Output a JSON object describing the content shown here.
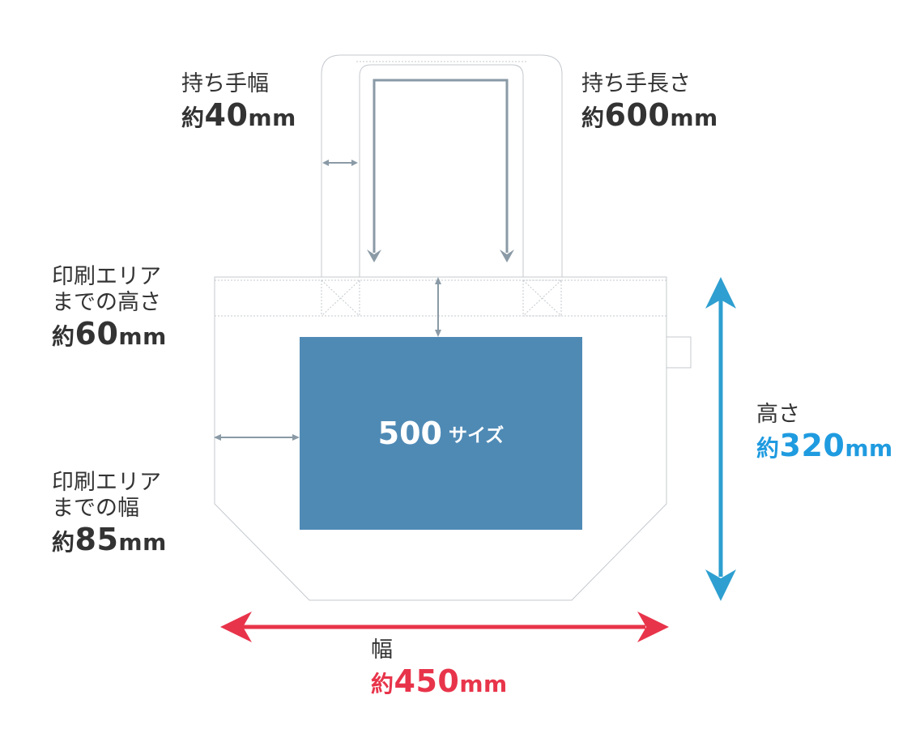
{
  "colors": {
    "outline": "#b8bec4",
    "print_area": "#4f8ab5",
    "gray_arrow": "#8a9aa6",
    "red": "#e8344a",
    "blue": "#2e9fd0",
    "blue_text": "#1f9be0",
    "text": "#333333"
  },
  "labels": {
    "handle_width": {
      "title": "持ち手幅",
      "prefix": "約",
      "value": "40",
      "unit": "mm"
    },
    "handle_length": {
      "title": "持ち手長さ",
      "prefix": "約",
      "value": "600",
      "unit": "mm"
    },
    "print_top": {
      "title_line1": "印刷エリア",
      "title_line2": "までの高さ",
      "prefix": "約",
      "value": "60",
      "unit": "mm"
    },
    "print_side": {
      "title_line1": "印刷エリア",
      "title_line2": "までの幅",
      "prefix": "約",
      "value": "85",
      "unit": "mm"
    },
    "height": {
      "title": "高さ",
      "prefix": "約",
      "value": "320",
      "unit": "mm"
    },
    "width": {
      "title": "幅",
      "prefix": "約",
      "value": "450",
      "unit": "mm"
    }
  },
  "print_area": {
    "size": "500",
    "suffix": "サイズ"
  },
  "icons": {
    "dimension_arrows": "double-arrow",
    "handle_path": "down-arrow"
  }
}
